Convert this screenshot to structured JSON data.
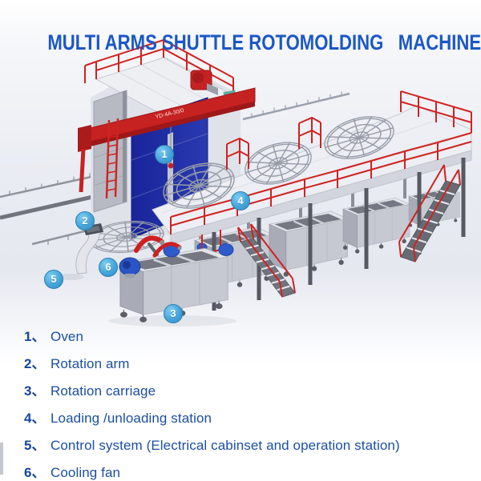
{
  "title": "MULTI ARMS SHUTTLE ROTOMOLDING   MACHINE",
  "machine": {
    "beam_label": "YD-4A-30/0",
    "callouts": [
      {
        "label": "1"
      },
      {
        "label": "2"
      },
      {
        "label": "3"
      },
      {
        "label": "4"
      },
      {
        "label": "5"
      },
      {
        "label": "6"
      }
    ]
  },
  "legend": {
    "items": [
      {
        "num": "1、",
        "label": "Oven"
      },
      {
        "num": "2、",
        "label": "Rotation arm"
      },
      {
        "num": "3、",
        "label": "Rotation carriage"
      },
      {
        "num": "4、",
        "label": "Loading /unloading station"
      },
      {
        "num": "5、",
        "label": "Control system (Electrical cabinset and operation station)"
      },
      {
        "num": "6、",
        "label": "Cooling fan"
      }
    ]
  },
  "colors": {
    "title_blue": "#1b57c6",
    "legend_blue": "#1b4fa5",
    "machine_red": "#cf2020",
    "door_blue": "#1f2b9d",
    "callout_blue": "#41a0d8"
  }
}
